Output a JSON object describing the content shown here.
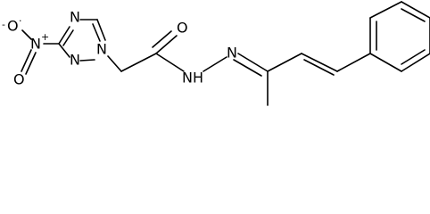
{
  "molecule": {
    "atoms": {
      "nitro_o1": "O",
      "nitro_o1_charge": "-",
      "nitro_o1_radical": "·",
      "nitro_n": "N",
      "nitro_n_charge": "+",
      "nitro_o2": "O",
      "ring_n_top": "N",
      "ring_n_bottom": "N",
      "ring_n1": "N",
      "carbonyl_o": "O",
      "hydrazone_nh": "NH",
      "hydrazone_n": "N"
    }
  }
}
